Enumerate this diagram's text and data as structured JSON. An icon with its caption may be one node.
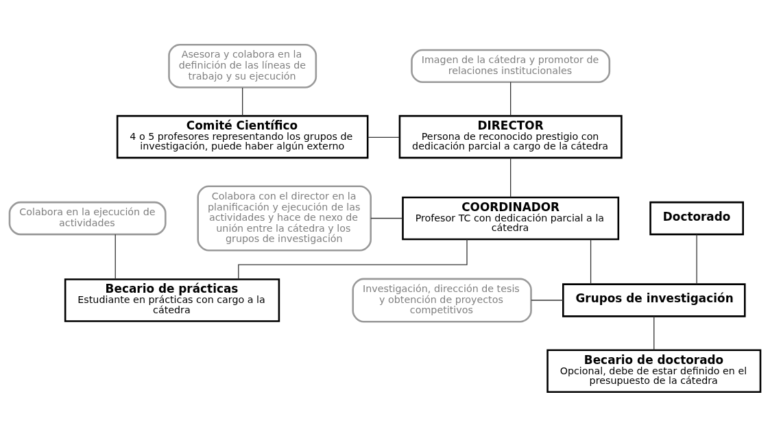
{
  "diagram": {
    "nodes": [
      {
        "text": [
          "Asesora y colabora en la definición de las líneas de trabajo y su ejecución"
        ]
      },
      {
        "text": [
          "Imagen de la cátedra y promotor de relaciones institucionales"
        ]
      },
      {
        "text": [
          "DIRECTOR",
          "Persona de reconocido prestigio con dedicación parcial a cargo de la cátedra"
        ]
      },
      {
        "text": [
          "Comité Científico",
          "4 o 5 profesores representando los grupos de investigación, puede haber algún externo"
        ]
      },
      {
        "text": [
          "Colabora con el director en la planificación y ejecución de las actividades y hace de nexo de unión entre la cátedra y los grupos de investigación"
        ]
      },
      {
        "text": [
          "COORDINADOR",
          "Profesor TC con dedicación parcial a la cátedra"
        ]
      },
      {
        "text": [
          "Investigación, dirección de tesis y obtención de proyectos competitivos"
        ]
      },
      {
        "text": [
          "Becario de prácticas",
          "Estudiante en prácticas con cargo a la cátedra"
        ]
      },
      {
        "text": [
          "Grupos de investigación"
        ]
      },
      {
        "text": [
          "Doctorado"
        ]
      },
      {
        "text": [
          "Colabora en la ejecución de actividades"
        ]
      },
      {
        "text": [
          "Becario de doctorado",
          "Opcional, debe de estar definido en el presupuesto de la cátedra"
        ]
      }
    ],
    "edges": [
      {
        "from": 0,
        "to": 3,
        "arrow": "none"
      },
      {
        "from": 1,
        "to": 2,
        "arrow": "none"
      },
      {
        "from": 2,
        "to": 5,
        "arrow": "none"
      },
      {
        "from": 3,
        "to": 2,
        "arrow": "none"
      },
      {
        "from": 4,
        "to": 5,
        "arrow": "none"
      },
      {
        "from": 5,
        "to": 7,
        "arrow": "none"
      },
      {
        "from": 5,
        "to": 8,
        "arrow": "none"
      },
      {
        "from": 6,
        "to": 8,
        "arrow": "none"
      },
      {
        "from": 10,
        "to": 7,
        "arrow": "none"
      },
      {
        "from": 8,
        "to": 11,
        "arrow": "none"
      },
      {
        "from": 9,
        "to": 8,
        "arrow": "none"
      }
    ]
  }
}
